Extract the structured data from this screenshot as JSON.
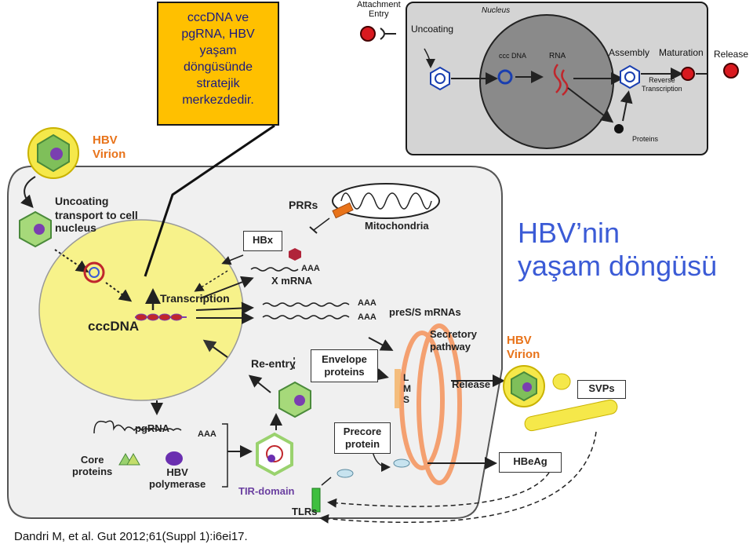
{
  "callout": {
    "lines": [
      "cccDNA ve",
      "pgRNA, HBV",
      "yaşam",
      "döngüsünde",
      "stratejik",
      "merkezdedir."
    ]
  },
  "inset": {
    "attachment_line1": "Attachment",
    "attachment_line2": "Entry",
    "uncoating": "Uncoating",
    "nucleus": "Nucleus",
    "cccdna": "ccc DNA",
    "rna": "RNA",
    "assembly": "Assembly",
    "maturation": "Maturation",
    "release": "Release",
    "reverse_line1": "Reverse",
    "reverse_line2": "Transcription",
    "proteins": "Proteins"
  },
  "main": {
    "hbv_virion_line1": "HBV",
    "hbv_virion_line2": "Virion",
    "uncoating": "Uncoating",
    "transport_line1": "transport to cell",
    "transport_line2": "nucleus",
    "prrs": "PRRs",
    "mitochondria": "Mitochondria",
    "hbx": "HBx",
    "aaa": "AAA",
    "x_mrna": "X mRNA",
    "transcription": "Transcription",
    "cccdna": "cccDNA",
    "pres_mrnas": "preS/S mRNAs",
    "secretory_line1": "Secretory",
    "secretory_line2": "pathway",
    "reentry": "Re-entry",
    "envelope_line1": "Envelope",
    "envelope_line2": "proteins",
    "l": "L",
    "m": "M",
    "s": "S",
    "release": "Release",
    "svps": "SVPs",
    "pgrna": "pgRNA",
    "core_line1": "Core",
    "core_line2": "proteins",
    "hbv_line": "HBV",
    "polymerase": "polymerase",
    "precore_line1": "Precore",
    "precore_line2": "protein",
    "hbeag": "HBeAg",
    "tir_domain": "TIR-domain",
    "tlrs": "TLRs"
  },
  "big_title": {
    "line1": "HBV’nin",
    "line2": "yaşam döngüsü"
  },
  "citation": "Dandri M, et al. Gut 2012;61(Suppl 1):i6ei17.",
  "colors": {
    "callout_bg": "#ffc000",
    "nucleus_yellow": "#f7f28a",
    "orange_label": "#e8731a",
    "title_blue": "#3b5bd6",
    "red_particle": "#d9191f",
    "tlr_green": "#3fbf3f",
    "tir_purple": "#6a3fa0"
  }
}
